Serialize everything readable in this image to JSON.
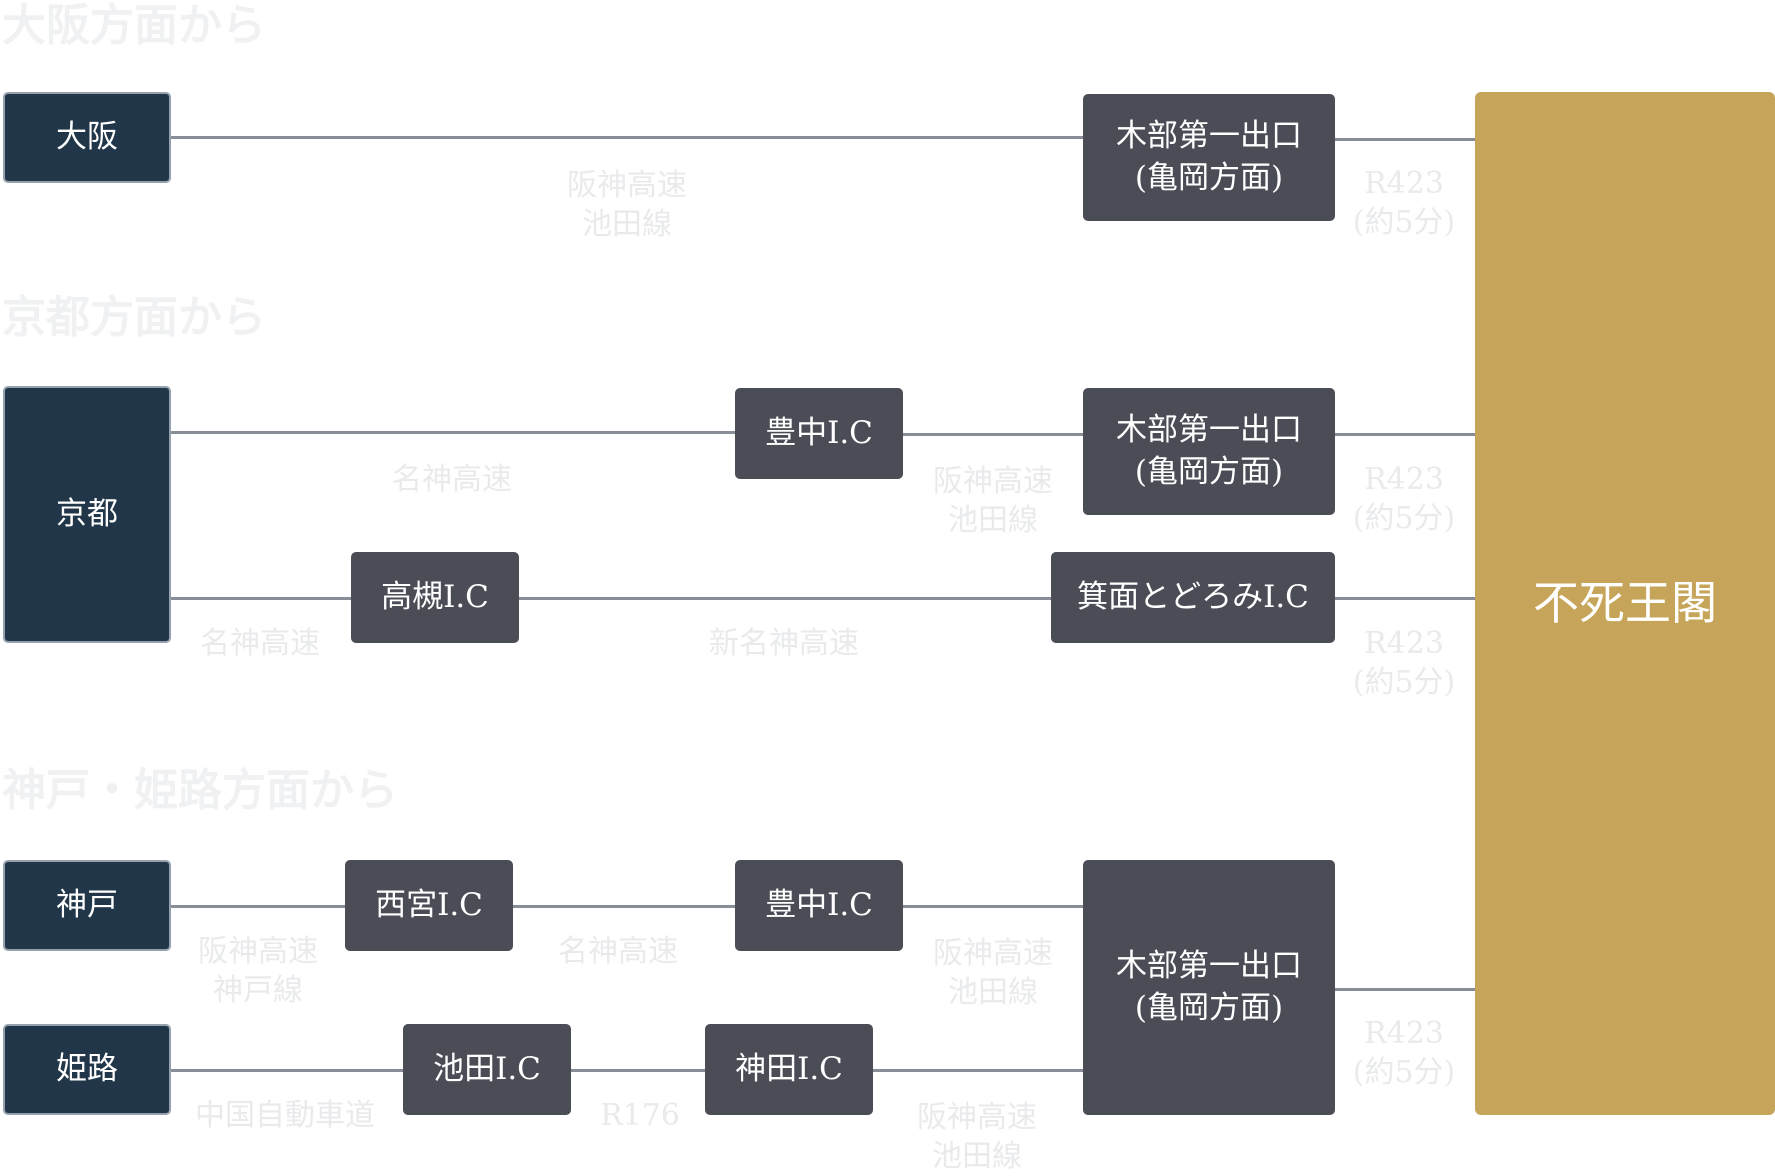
{
  "headings": {
    "osaka": "大阪方面から",
    "kyoto": "京都方面から",
    "kobe": "神戸・姫路方面から"
  },
  "cities": {
    "osaka": "大阪",
    "kyoto": "京都",
    "kobe": "神戸",
    "himeji": "姫路"
  },
  "interchanges": {
    "kibe_osaka": [
      "木部第一出口",
      "(亀岡方面)"
    ],
    "toyonaka_kyoto": "豊中I.C",
    "kibe_kyoto": [
      "木部第一出口",
      "(亀岡方面)"
    ],
    "takatsuki": "高槻I.C",
    "minoh": "箕面とどろみI.C",
    "nishinomiya": "西宮I.C",
    "toyonaka_kobe": "豊中I.C",
    "kibe_kobe": [
      "木部第一出口",
      "(亀岡方面)"
    ],
    "ikeda": "池田I.C",
    "kanda": "神田I.C"
  },
  "destination": "不死王閣",
  "roads": {
    "osaka_hanshin": [
      "阪神高速",
      "池田線"
    ],
    "osaka_r423": [
      "R423",
      "(約5分)"
    ],
    "kyoto_meishin_top": [
      "名神高速"
    ],
    "kyoto_hanshin": [
      "阪神高速",
      "池田線"
    ],
    "kyoto_r423_top": [
      "R423",
      "(約5分)"
    ],
    "kyoto_meishin_bottom": [
      "名神高速"
    ],
    "kyoto_shinmeishin": [
      "新名神高速"
    ],
    "kyoto_r423_bottom": [
      "R423",
      "(約5分)"
    ],
    "kobe_hanshin_kobe": [
      "阪神高速",
      "神戸線"
    ],
    "kobe_meishin": [
      "名神高速"
    ],
    "kobe_hanshin_ikeda": [
      "阪神高速",
      "池田線"
    ],
    "kobe_r423": [
      "R423",
      "(約5分)"
    ],
    "himeji_chugoku": [
      "中国自動車道"
    ],
    "himeji_r176": [
      "R176"
    ],
    "himeji_hanshin_ikeda": [
      "阪神高速",
      "池田線"
    ]
  },
  "colors": {
    "city_box": "#213749",
    "ic_box": "#4a4c56",
    "destination_box": "#c6a55a",
    "connector_line": "#878e97",
    "faint_text": "#e8eaec"
  }
}
